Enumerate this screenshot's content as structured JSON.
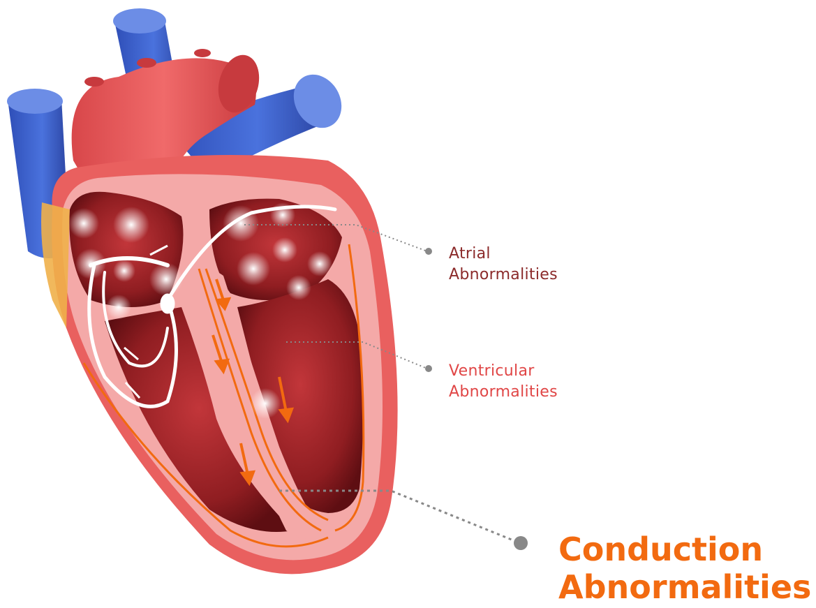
{
  "labels": {
    "atrial": {
      "line1": "Atrial",
      "line2": "Abnormalities"
    },
    "ventricular": {
      "line1": "Ventricular",
      "line2": "Abnormalities"
    },
    "conduction": {
      "line1": "Conduction",
      "line2": "Abnormalities"
    }
  },
  "colors": {
    "atrial_text": "#8b2a2a",
    "ventricular_text": "#e04646",
    "conduction_text": "#f26a10",
    "vessel_blue": "#3b5fc9",
    "aorta_red": "#e8595a",
    "muscle_pink": "#f4a9a8",
    "chamber_dark": "#8f1d21",
    "conduction_orange": "#f26a10",
    "leader_gray": "#888888"
  }
}
